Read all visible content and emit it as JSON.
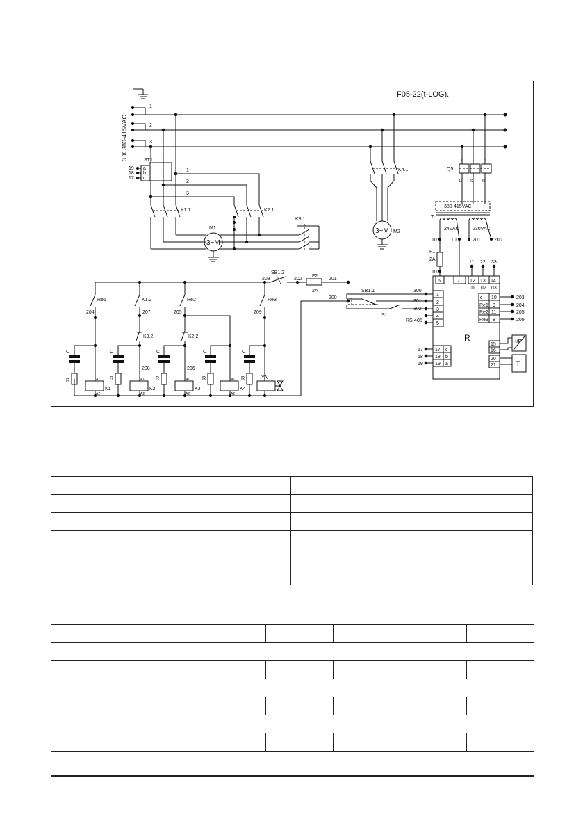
{
  "diagram": {
    "reference": "F05-22(t-LOG).",
    "supply": {
      "voltage_label": "3 X 380-415VAC",
      "phases": [
        "1",
        "2",
        "3"
      ]
    },
    "st1": {
      "name": "ST1",
      "terminals": [
        "19",
        "18",
        "17"
      ],
      "pins": [
        "a",
        "b",
        "c"
      ]
    },
    "motor_feed_wires": [
      "1",
      "2",
      "3"
    ],
    "contactors": {
      "k1_1": "K1.1",
      "k2_1": "K2.1",
      "k3_1": "K3.1",
      "k4_1": "K4.1",
      "k1_2": "K1.2",
      "k3_2": "K3.2",
      "k2_2": "K2.2"
    },
    "motors": {
      "m1": {
        "name": "M1",
        "symbol": "3~M"
      },
      "m2": {
        "name": "M2",
        "symbol": "3~M"
      }
    },
    "q5": {
      "name": "Q5",
      "top": [
        "1",
        "3",
        "5"
      ],
      "bottom": [
        "11",
        "22",
        "33"
      ]
    },
    "transformer": {
      "name": "Tr",
      "primary": "380-415VAC",
      "sec1": "24VAC",
      "sec2": "230VAC",
      "nodes": [
        "101",
        "100",
        "201",
        "200"
      ]
    },
    "fuses": {
      "f1": {
        "name": "F1",
        "rating": "2A",
        "out": "102"
      },
      "f2": {
        "name": "F2",
        "rating": "2A"
      }
    },
    "control_wires": {
      "w203": "203",
      "w202": "202",
      "w201": "201",
      "w200": "200"
    },
    "sb1_2": "SB1.2",
    "sb1_1": "SB1.1",
    "s1": "S1",
    "rs485": "RS-485",
    "relay_wires": [
      "300",
      "301",
      "302"
    ],
    "controller": {
      "name": "R",
      "left_terminals": [
        "1",
        "2",
        "3",
        "4",
        "5"
      ],
      "top_terminals": [
        "6",
        "7",
        "12",
        "13",
        "14"
      ],
      "u_labels": [
        "u1",
        "u2",
        "u3"
      ],
      "u_wires": [
        "11",
        "22",
        "33"
      ],
      "right_relays": [
        {
          "contact": "c",
          "terminal": "10",
          "wire": "203"
        },
        {
          "contact": "Re1",
          "terminal": "9",
          "wire": "204"
        },
        {
          "contact": "Re2",
          "terminal": "11",
          "wire": "205"
        },
        {
          "contact": "Re3",
          "terminal": "8",
          "wire": "209"
        }
      ],
      "sensor_inputs": [
        {
          "wire": "17",
          "terminal": "17",
          "pin": "c"
        },
        {
          "wire": "18",
          "terminal": "18",
          "pin": "b"
        },
        {
          "wire": "19",
          "terminal": "19",
          "pin": "a"
        }
      ],
      "ip_terminals": [
        "15",
        "16"
      ],
      "t_terminals": [
        "20",
        "21"
      ],
      "ip_label": "I/P",
      "t_label": "T"
    },
    "branches": [
      {
        "contact": "Re1",
        "wire_top": "204",
        "wire_mid": "",
        "mid_contact": "",
        "coil": "K1"
      },
      {
        "contact": "K1.2",
        "wire_top": "207",
        "wire_mid": "208",
        "mid_contact": "K3.2",
        "coil": "K2"
      },
      {
        "contact": "Re2",
        "wire_top": "205",
        "wire_mid": "206",
        "mid_contact": "K2.2",
        "coil": "K3"
      },
      {
        "contact": "",
        "wire_top": "",
        "wire_mid": "",
        "mid_contact": "",
        "coil": "K4"
      },
      {
        "contact": "Re3",
        "wire_top": "209",
        "wire_mid": "",
        "mid_contact": "",
        "coil": "YA"
      }
    ],
    "rc": {
      "c": "C",
      "r": "R"
    },
    "coil_pins": {
      "a1": "A1",
      "a2": "A2"
    }
  },
  "table1": {
    "rows": [
      [
        "",
        "",
        "",
        ""
      ],
      [
        "",
        "",
        "",
        ""
      ],
      [
        "",
        "",
        "",
        ""
      ],
      [
        "",
        "",
        "",
        ""
      ],
      [
        "",
        "",
        "",
        ""
      ],
      [
        "",
        "",
        "",
        ""
      ]
    ]
  },
  "table2": {
    "rows": [
      {
        "type": "cells",
        "cells": [
          "",
          "",
          "",
          "",
          "",
          "",
          ""
        ]
      },
      {
        "type": "span",
        "text": ""
      },
      {
        "type": "cells",
        "cells": [
          "",
          "",
          "",
          "",
          "",
          "",
          ""
        ]
      },
      {
        "type": "span",
        "text": ""
      },
      {
        "type": "cells",
        "cells": [
          "",
          "",
          "",
          "",
          "",
          "",
          ""
        ]
      },
      {
        "type": "span",
        "text": ""
      },
      {
        "type": "cells",
        "cells": [
          "",
          "",
          "",
          "",
          "",
          "",
          ""
        ]
      }
    ]
  }
}
